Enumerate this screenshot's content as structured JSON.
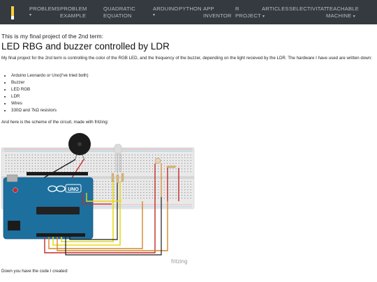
{
  "nav": {
    "items": [
      {
        "label": "PROBLEMS",
        "caret": "▾"
      },
      {
        "label": "PROBLEM EXAMPLE",
        "line1": "PROBLEM",
        "line2": "EXAMPLE"
      },
      {
        "label": "QUADRATIC EQUATION",
        "line1": "QUADRATIC",
        "line2": "EQUATION"
      },
      {
        "label": "ARDUINO",
        "caret": "▾"
      },
      {
        "label": "PYTHON"
      },
      {
        "label": "APP INVENTOR",
        "line1": "APP",
        "line2": "INVENTOR"
      },
      {
        "label": "R PROJECT",
        "line1": "R",
        "line2": "PROJECT",
        "caret": "▾"
      },
      {
        "label": "ARTICLES"
      },
      {
        "label": "SELECTIVITAT"
      },
      {
        "label": "TEACHABLE MACHINE",
        "line1": "TEACHABLE",
        "line2": "MACHINE",
        "caret": "▾"
      }
    ]
  },
  "content": {
    "intro": "This is my final project of the 2nd term:",
    "title": "LED RBG and buzzer controlled by LDR",
    "description": "My final project for the 2nd term is controlling the color of the RGB LED, and the frequency of the buzzer, depending on the light recieved by the LDR. The hardware I have used are written down:",
    "hardware": [
      "Arduino Leonardo or Uno(I've tried both)",
      "Buzzer",
      "LED RGB",
      "LDR",
      "Wires",
      "330Ω and 7kΩ resistors"
    ],
    "scheme_text": "And here is the scheme of the circuit, made with fritzing:",
    "code_text": "Down you have the code I created:"
  },
  "figure": {
    "watermark": "fritzing",
    "board_logo": "UNO"
  },
  "colors": {
    "navbar_bg": "#353a41",
    "nav_text": "#b7bcc2",
    "brand_yellow": "#f6d33c",
    "arduino_blue": "#1d6f9e",
    "wire_red": "#c62828",
    "wire_yellow": "#e6d81a",
    "wire_orange": "#d4862a",
    "wire_black": "#222222"
  }
}
